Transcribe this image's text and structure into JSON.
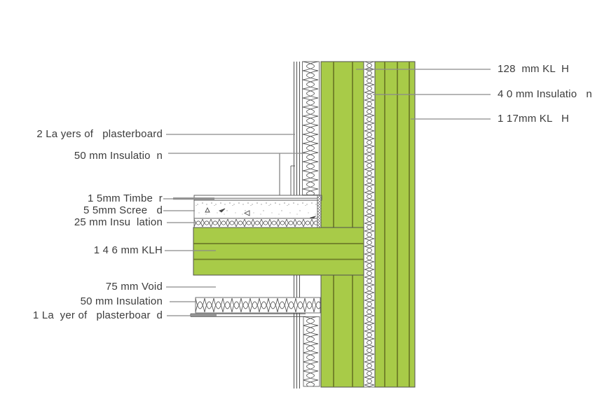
{
  "diagram": {
    "kind": "construction-detail-section",
    "colors": {
      "klh_green": "#a8cb48",
      "lamination_line": "#6e7d28",
      "outline": "#4f4f4f",
      "leader": "#8a8a8a",
      "text": "#3c3c3c",
      "hatch": "#5a5a5a"
    },
    "labels": {
      "left": [
        {
          "id": "plasterboard-2-layers",
          "text": "2 La yers of   plasterboard"
        },
        {
          "id": "insulation-50-wall",
          "text": "50 mm Insulatio  n"
        },
        {
          "id": "timber-15",
          "text": "1 5mm Timbe  r"
        },
        {
          "id": "screed-55",
          "text": "5 5mm Scree   d"
        },
        {
          "id": "insulation-25",
          "text": "25 mm Insu  lation"
        },
        {
          "id": "klh-146",
          "text": "1 4 6 mm KLH"
        },
        {
          "id": "void-75",
          "text": "75 mm Void"
        },
        {
          "id": "insulation-50-ceiling",
          "text": "50 mm Insulation"
        },
        {
          "id": "plasterboard-1-layer",
          "text": "1 La  yer of   plasterboar  d"
        }
      ],
      "right": [
        {
          "id": "klh-128",
          "text": "128  mm KL  H"
        },
        {
          "id": "insulation-40",
          "text": "4 0 mm Insulatio   n"
        },
        {
          "id": "klh-117",
          "text": "1 17mm KL   H"
        }
      ]
    }
  }
}
